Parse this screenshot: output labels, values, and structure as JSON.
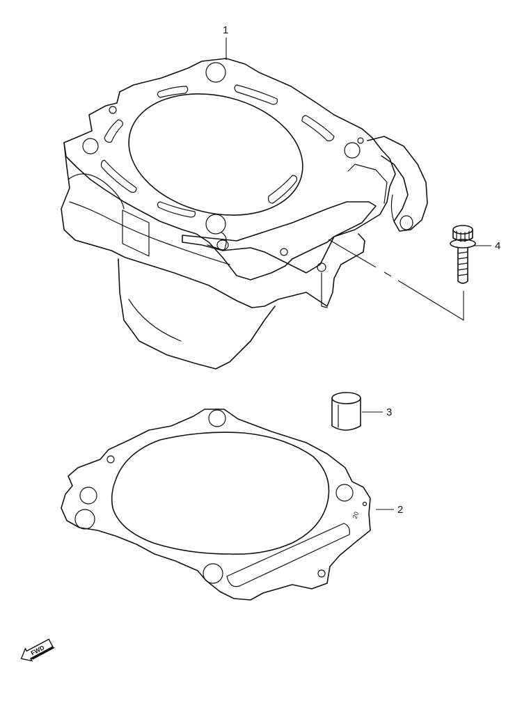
{
  "callouts": {
    "c1": "1",
    "c2": "2",
    "c3": "3",
    "c4": "4"
  },
  "gasket_mark": "20",
  "fwd_label": "FWD",
  "colors": {
    "line": "#111111",
    "background": "#ffffff"
  }
}
